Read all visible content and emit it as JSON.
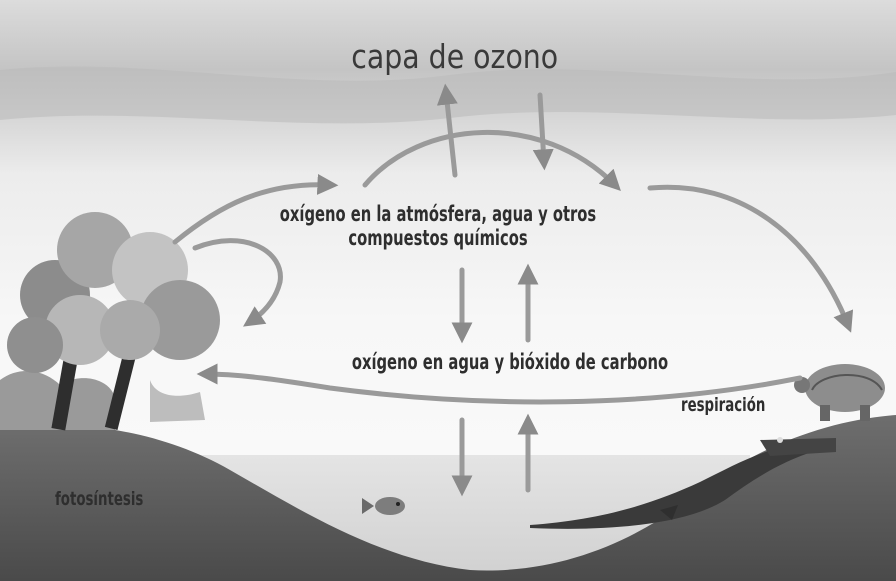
{
  "diagram": {
    "title": "capa de ozono",
    "labels": {
      "atmosphere_line1": "oxígeno en la atmósfera, agua y otros",
      "atmosphere_line2": "compuestos químicos",
      "water": "oxígeno en agua y bióxido de carbono",
      "respiration": "respiración",
      "photosynthesis": "fotosíntesis"
    }
  }
}
